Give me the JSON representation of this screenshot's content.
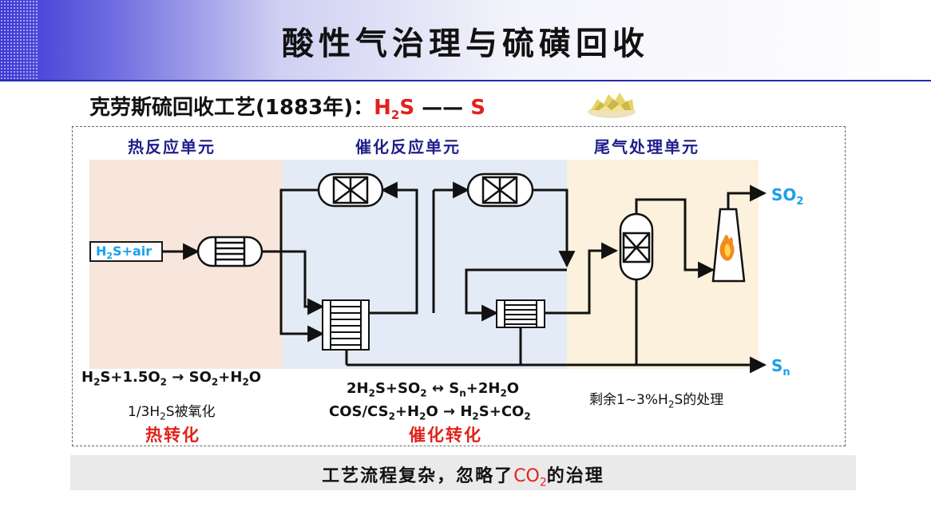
{
  "title": "酸性气治理与硫磺回收",
  "subtitle": {
    "prefix": "克劳斯硫回收工艺(1883年)：",
    "h": "H",
    "h_sub": "2",
    "s": "S",
    "dash": " —— ",
    "product": "S"
  },
  "units": {
    "thermal": "热反应单元",
    "catalytic": "催化反应单元",
    "tail": "尾气处理单元"
  },
  "feed": {
    "h": "H",
    "sub": "2",
    "rest": "S+air"
  },
  "outputs": {
    "so2": {
      "main": "SO",
      "sub": "2"
    },
    "sn": {
      "main": "S",
      "sub": "n"
    }
  },
  "thermal_eq": {
    "p1": "H",
    "s1": "2",
    "p2": "S+1.5O",
    "s2": "2",
    "p3": " → SO",
    "s3": "2",
    "p4": "+H",
    "s4": "2",
    "p5": "O"
  },
  "thermal_note": {
    "p1": "1/3H",
    "s1": "2",
    "p2": "S被氧化"
  },
  "thermal_label": "热转化",
  "catalytic_eq1": {
    "p1": "2H",
    "s1": "2",
    "p2": "S+SO",
    "s2": "2",
    "p3": " ↔ S",
    "s3": "n",
    "p4": "+2H",
    "s4": "2",
    "p5": "O"
  },
  "catalytic_eq2": {
    "p1": "COS/CS",
    "s1": "2",
    "p2": "+H",
    "s2": "2",
    "p3": "O → H",
    "s3": "2",
    "p4": "S+CO",
    "s4": "2"
  },
  "catalytic_label": "催化转化",
  "tail_note": {
    "p1": "剩余1~3%H",
    "s1": "2",
    "p2": "S的处理"
  },
  "conclusion": {
    "p1": "工艺流程复杂，忽略了",
    "co2": "CO",
    "co2_sub": "2",
    "p2": "的治理"
  },
  "colors": {
    "title_blue": "#1f1f8c",
    "red": "#e0221a",
    "output_blue": "#1aa0ea",
    "thermal_zone": "#f8e6dc",
    "catalytic_zone": "#e3ebf6",
    "tail_zone": "#fbf1dc"
  }
}
